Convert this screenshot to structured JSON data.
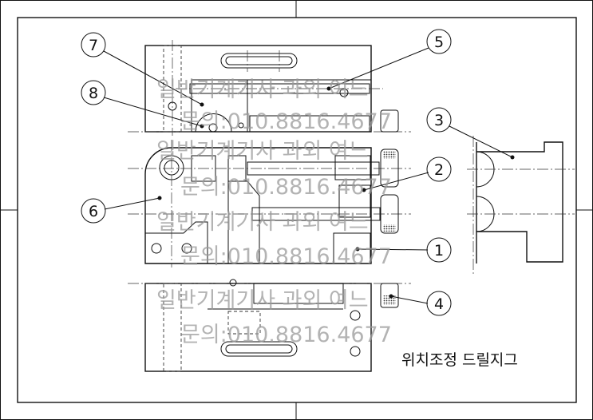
{
  "drawing": {
    "title": "위치조정 드릴지그",
    "balloons": [
      {
        "id": "7",
        "label": "7"
      },
      {
        "id": "8",
        "label": "8"
      },
      {
        "id": "6",
        "label": "6"
      },
      {
        "id": "5",
        "label": "5"
      },
      {
        "id": "3",
        "label": "3"
      },
      {
        "id": "2",
        "label": "2"
      },
      {
        "id": "1",
        "label": "1"
      },
      {
        "id": "4",
        "label": "4"
      }
    ],
    "watermark": {
      "line1": "일반기계기사 과외 여느",
      "line2": "문의:010.8816.4677"
    }
  }
}
